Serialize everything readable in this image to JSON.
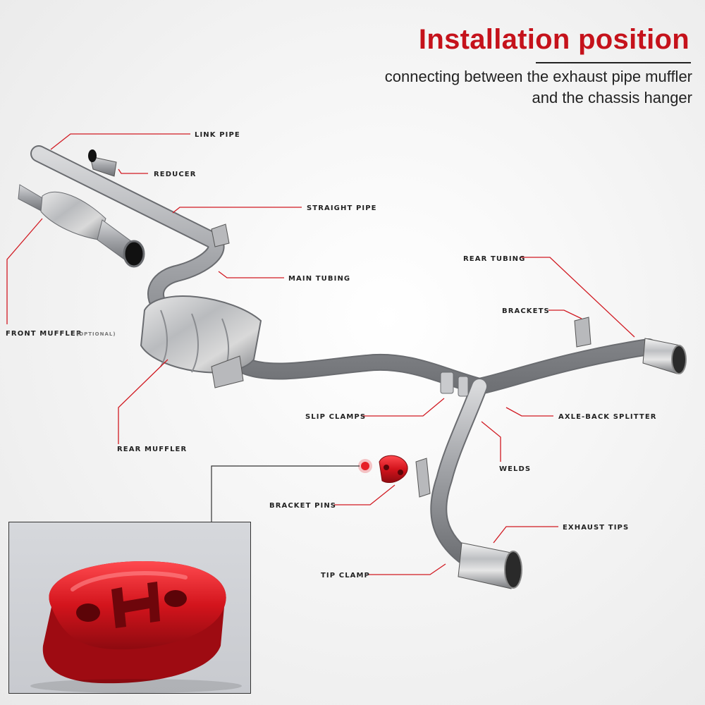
{
  "header": {
    "title": "Installation position",
    "subtitle_line1": "connecting between the exhaust pipe muffler",
    "subtitle_line2": "and the chassis hanger"
  },
  "labels": {
    "link_pipe": "LINK PIPE",
    "reducer": "REDUCER",
    "straight_pipe": "STRAIGHT PIPE",
    "main_tubing": "MAIN TUBING",
    "front_muffler": "FRONT MUFFLER",
    "front_muffler_note": "(OPTIONAL)",
    "rear_muffler": "REAR MUFFLER",
    "rear_tubing": "REAR TUBING",
    "brackets": "BRACKETS",
    "slip_clamps": "SLIP CLAMPS",
    "axle_back_splitter": "AXLE-BACK SPLITTER",
    "welds": "WELDS",
    "bracket_pins": "BRACKET PINS",
    "exhaust_tips": "EXHAUST TIPS",
    "tip_clamp": "TIP CLAMP"
  },
  "colors": {
    "accent_red": "#c5121b",
    "rubber_red": "#d3141c",
    "pipe_metal": "#a9abaf",
    "leader_line": "#d11a22"
  },
  "icons": {
    "hanger": "rubber-exhaust-hanger",
    "indicator": "red-dot-indicator"
  }
}
